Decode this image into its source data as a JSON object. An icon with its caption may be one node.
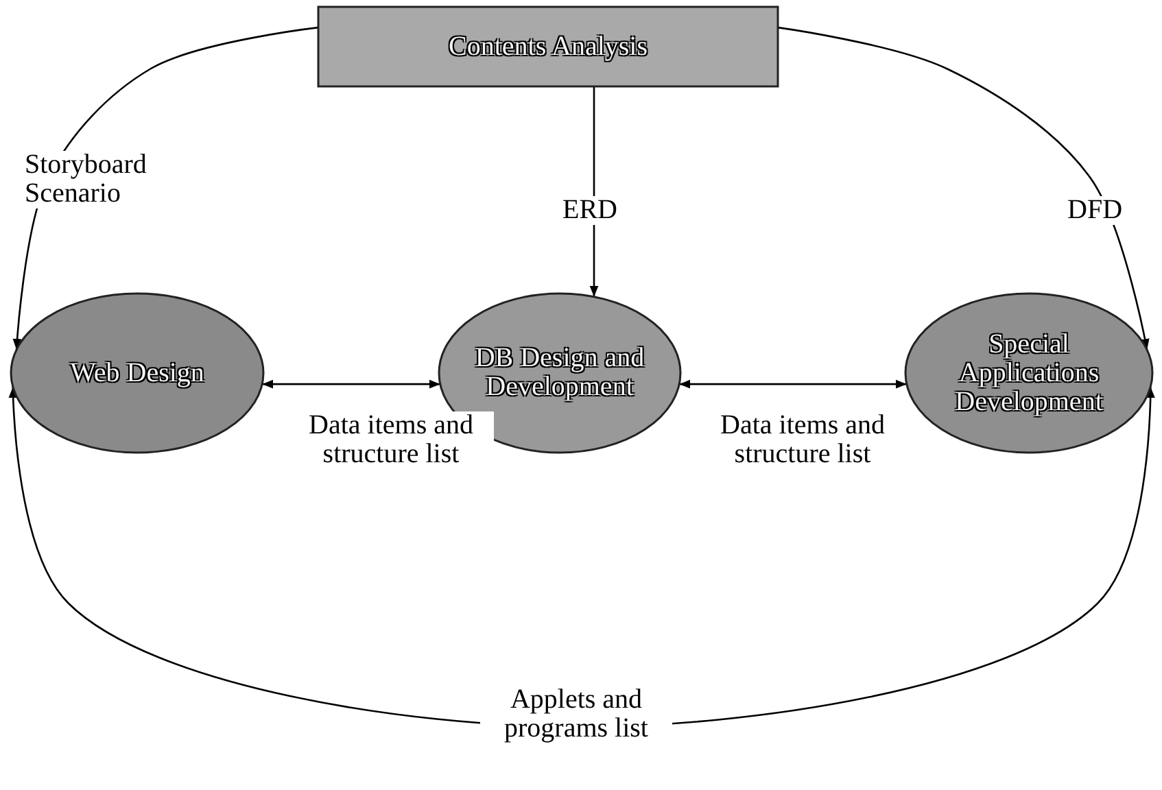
{
  "diagram": {
    "nodes": [
      {
        "text": [
          "Contents Analysis"
        ]
      },
      {
        "text": [
          "Web Design"
        ]
      },
      {
        "text": [
          "DB Design and Development"
        ]
      },
      {
        "text": [
          "Special Applications Development"
        ]
      }
    ],
    "edges": [
      {
        "from": 0,
        "to": 1,
        "arrow": "to",
        "label": "Storyboard Scenario"
      },
      {
        "from": 0,
        "to": 2,
        "arrow": "to",
        "label": "ERD"
      },
      {
        "from": 0,
        "to": 3,
        "arrow": "to",
        "label": "DFD"
      },
      {
        "from": 1,
        "to": 2,
        "arrow": "both",
        "label": "Data items and structure list"
      },
      {
        "from": 2,
        "to": 3,
        "arrow": "both",
        "label": "Data items and structure list"
      },
      {
        "from": 1,
        "to": 3,
        "arrow": "both",
        "label": "Applets and programs list"
      }
    ]
  }
}
